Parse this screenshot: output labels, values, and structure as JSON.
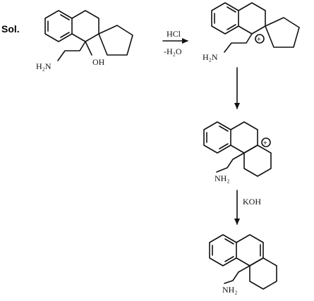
{
  "heading": {
    "sol_label": "Sol."
  },
  "step1": {
    "reagent_top": "HCl",
    "reagent_bottom": "-H₂O"
  },
  "step3": {
    "reagent": "KOH"
  },
  "structures": {
    "start": {
      "amine_label": "H₂N",
      "hydroxyl_label": "OH"
    },
    "carbocation_1": {
      "amine_label": "H₂N",
      "charge": "+"
    },
    "carbocation_2": {
      "amine_label": "NH₂",
      "charge": "+"
    },
    "product": {
      "amine_label": "NH₂"
    }
  }
}
